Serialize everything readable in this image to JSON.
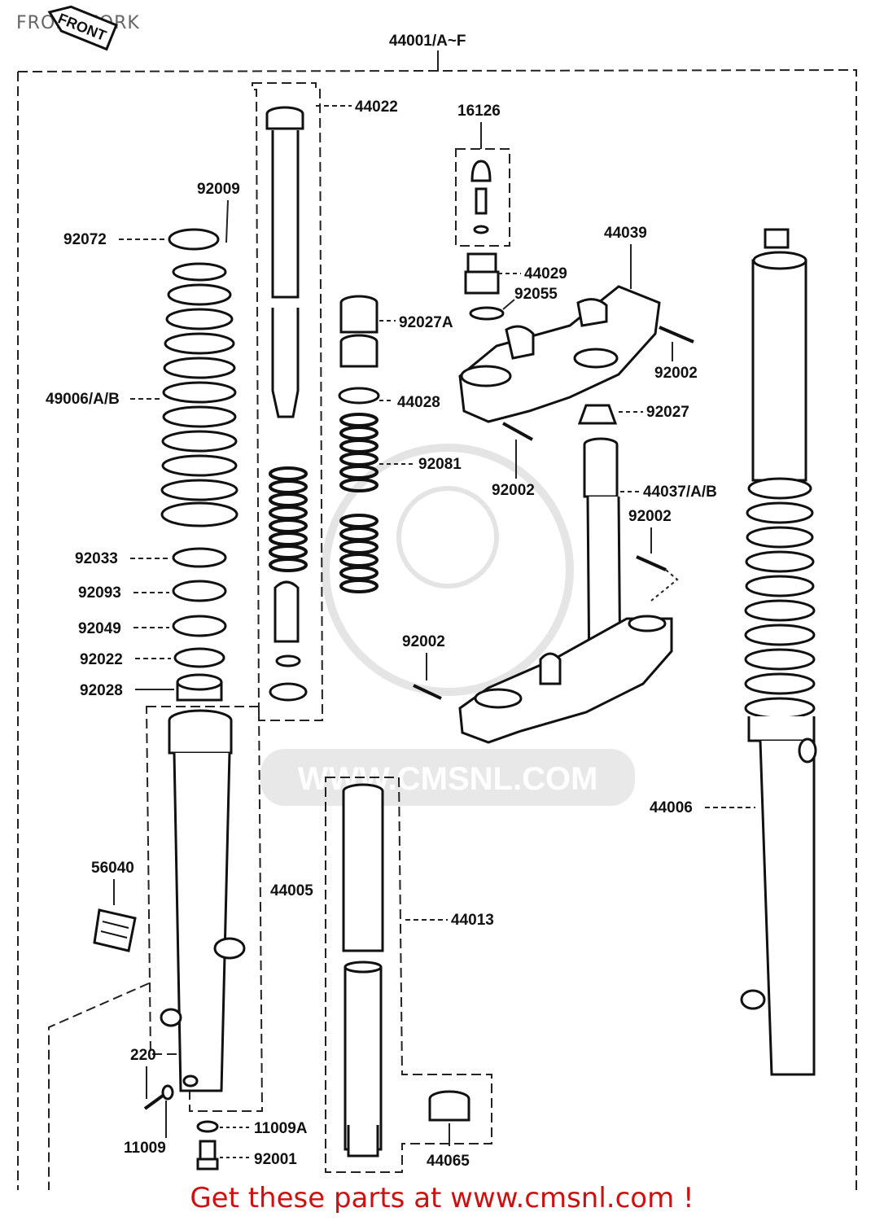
{
  "page": {
    "title": "FRONT FORK",
    "front_badge": "FRONT",
    "watermark": "WWW.CMSNL.COM",
    "banner": "Get these parts at www.cmsnl.com !"
  },
  "labels": {
    "l_44001": "44001/A~F",
    "l_44022": "44022",
    "l_16126": "16126",
    "l_92009": "92009",
    "l_92072": "92072",
    "l_44039": "44039",
    "l_44029": "44029",
    "l_92055": "92055",
    "l_92027A": "92027A",
    "l_92002a": "92002",
    "l_49006": "49006/A/B",
    "l_44028": "44028",
    "l_92027": "92027",
    "l_92081": "92081",
    "l_92002b": "92002",
    "l_44037": "44037/A/B",
    "l_92002c": "92002",
    "l_92033": "92033",
    "l_92093": "92093",
    "l_92049": "92049",
    "l_92002d": "92002",
    "l_92022": "92022",
    "l_92028": "92028",
    "l_44006": "44006",
    "l_56040": "56040",
    "l_44005": "44005",
    "l_44013": "44013",
    "l_220": "220",
    "l_11009A": "11009A",
    "l_11009": "11009",
    "l_92001": "92001",
    "l_44065": "44065"
  }
}
